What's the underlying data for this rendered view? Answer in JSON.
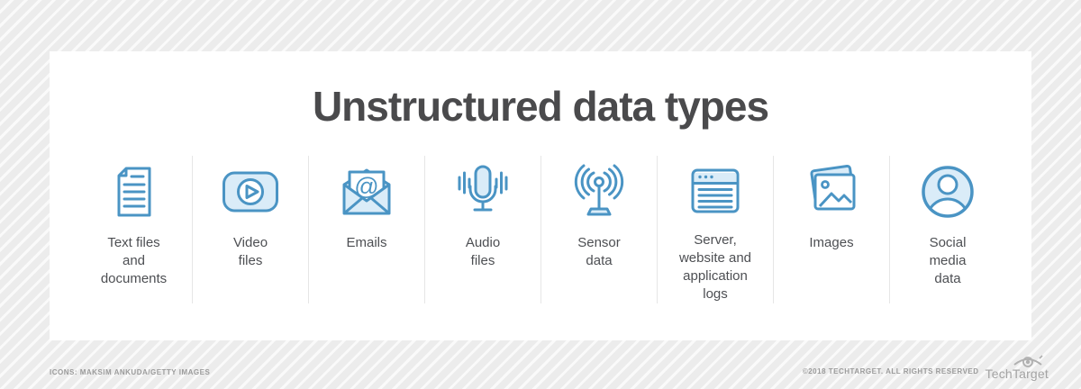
{
  "title": "Unstructured data types",
  "items": [
    {
      "label": "Text files\nand\ndocuments",
      "icon": "document-icon"
    },
    {
      "label": "Video\nfiles",
      "icon": "video-play-icon"
    },
    {
      "label": "Emails",
      "icon": "email-icon"
    },
    {
      "label": "Audio\nfiles",
      "icon": "microphone-icon"
    },
    {
      "label": "Sensor\ndata",
      "icon": "antenna-icon"
    },
    {
      "label": "Server,\nwebsite and\napplication\nlogs",
      "icon": "browser-window-icon"
    },
    {
      "label": "Images",
      "icon": "photos-icon"
    },
    {
      "label": "Social\nmedia\ndata",
      "icon": "user-avatar-icon"
    }
  ],
  "footer": {
    "credits": "ICONS: MAKSIM ANKUDA/GETTY IMAGES",
    "copyright": "©2018 TECHTARGET. ALL RIGHTS RESERVED",
    "brand": "TechTarget"
  },
  "colors": {
    "icon_stroke": "#4a94c4",
    "icon_fill": "#daecf8",
    "title_text": "#4a4a4c",
    "label_text": "#4d4f53",
    "footer_text": "#9b9b9b",
    "divider": "#e6e6e6"
  }
}
